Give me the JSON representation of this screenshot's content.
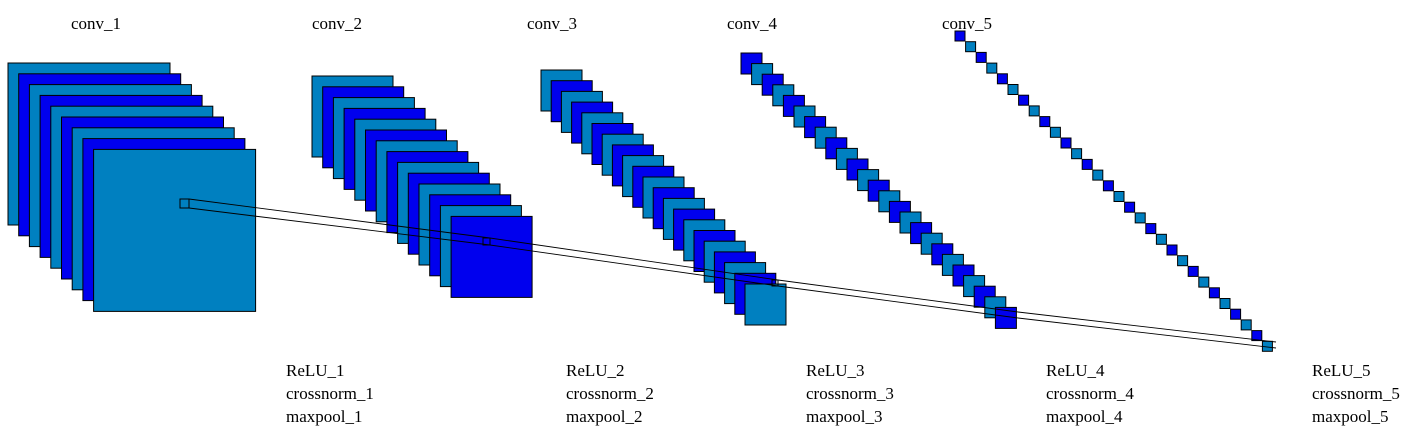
{
  "colors": {
    "dark_blue": "#0000ee",
    "steel_blue": "#0080c0",
    "outline": "#000000",
    "background": "#ffffff"
  },
  "layers": [
    {
      "id": "conv1",
      "title": "conv_1",
      "ops": [
        "ReLU_1",
        "crossnorm_1",
        "maxpool_1"
      ],
      "front_color": "steel_blue"
    },
    {
      "id": "conv2",
      "title": "conv_2",
      "ops": [
        "ReLU_2",
        "crossnorm_2",
        "maxpool_2"
      ],
      "front_color": "dark_blue"
    },
    {
      "id": "conv3",
      "title": "conv_3",
      "ops": [
        "ReLU_3",
        "crossnorm_3",
        "maxpool_3"
      ],
      "front_color": "steel_blue"
    },
    {
      "id": "conv4",
      "title": "conv_4",
      "ops": [
        "ReLU_4",
        "crossnorm_4",
        "maxpool_4"
      ],
      "front_color": "dark_blue"
    },
    {
      "id": "conv5",
      "title": "conv_5",
      "ops": [
        "ReLU_5",
        "crossnorm_5",
        "maxpool_5"
      ],
      "front_color": "steel_blue"
    }
  ]
}
